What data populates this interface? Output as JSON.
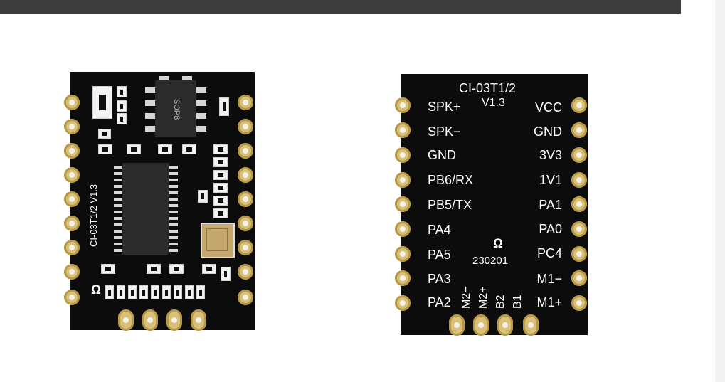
{
  "front_board": {
    "model_text": "CI-03T1/2 V1.3",
    "chip_text": "SOP8"
  },
  "back_board": {
    "title": "CI-03T1/2",
    "version": "V1.3",
    "date_code": "230201",
    "left_pins": [
      "SPK+",
      "SPK−",
      "GND",
      "PB6/RX",
      "PB5/TX",
      "PA4",
      "PA5",
      "PA3",
      "PA2"
    ],
    "right_pins": [
      "VCC",
      "GND",
      "3V3",
      "1V1",
      "PA1",
      "PA0",
      "PC4",
      "M1−",
      "M1+"
    ],
    "bottom_pins": [
      "M2−",
      "M2+",
      "B2",
      "B1"
    ]
  },
  "colors": {
    "pcb": "#0c0c0c",
    "pad_gold": "#d8c07a",
    "silkscreen": "#ffffff",
    "top_bar": "#3d3d3d"
  }
}
